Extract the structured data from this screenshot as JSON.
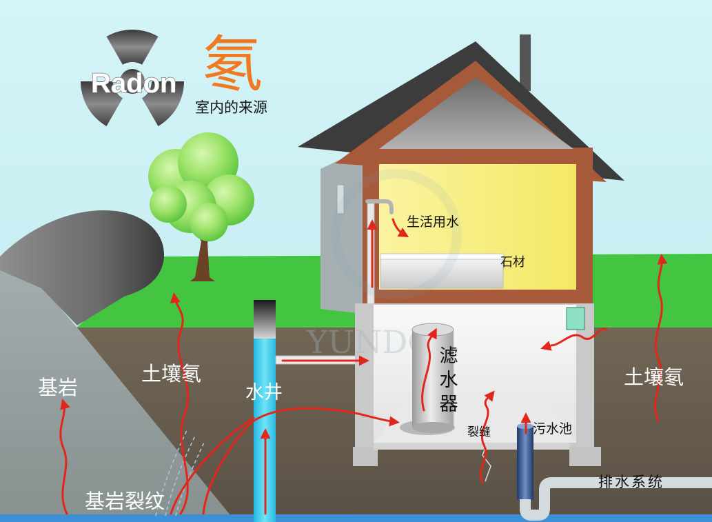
{
  "title": {
    "symbol_text": "Radon",
    "element": "氡",
    "subtitle": "室内的来源"
  },
  "labels": {
    "domestic_water": "生活用水",
    "stone": "石材",
    "filter": "滤水器",
    "crack": "裂缝",
    "sump": "污水池",
    "drainage": "排水系统",
    "soil_radon_left": "土壤氡",
    "soil_radon_right": "土壤氡",
    "bedrock": "基岩",
    "well": "水井",
    "bedrock_cracks": "基岩裂纹"
  },
  "watermark": "YUNDO",
  "colors": {
    "element_orange": "#f07a22",
    "arrow": "#e3261b",
    "grass": "#43c541",
    "soil": "#665b4e",
    "well_water": "#3fd0ee",
    "house_frame": "#a65a3a",
    "room_yellow": "#f6ee7a",
    "roof": "#3c3c3c",
    "bedrock": "#8f9a9c"
  }
}
